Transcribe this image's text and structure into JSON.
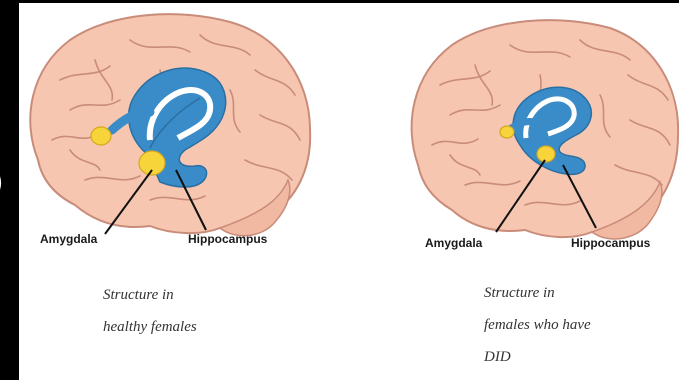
{
  "figure": {
    "colors": {
      "brain_fill": "#f6c6b0",
      "brain_stroke": "#c98c7a",
      "hippocampus": "#3a8cc8",
      "amygdala": "#f7d43a",
      "background": "#000000",
      "panel": "#ffffff"
    },
    "left": {
      "amygdala_label": "Amygdala",
      "hippocampus_label": "Hippocampus",
      "caption_line1": "Structure in",
      "caption_line2": "healthy females"
    },
    "right": {
      "amygdala_label": "Amygdala",
      "hippocampus_label": "Hippocampus",
      "caption_line1": "Structure in",
      "caption_line2": "females who have",
      "caption_line3": "DID"
    }
  }
}
